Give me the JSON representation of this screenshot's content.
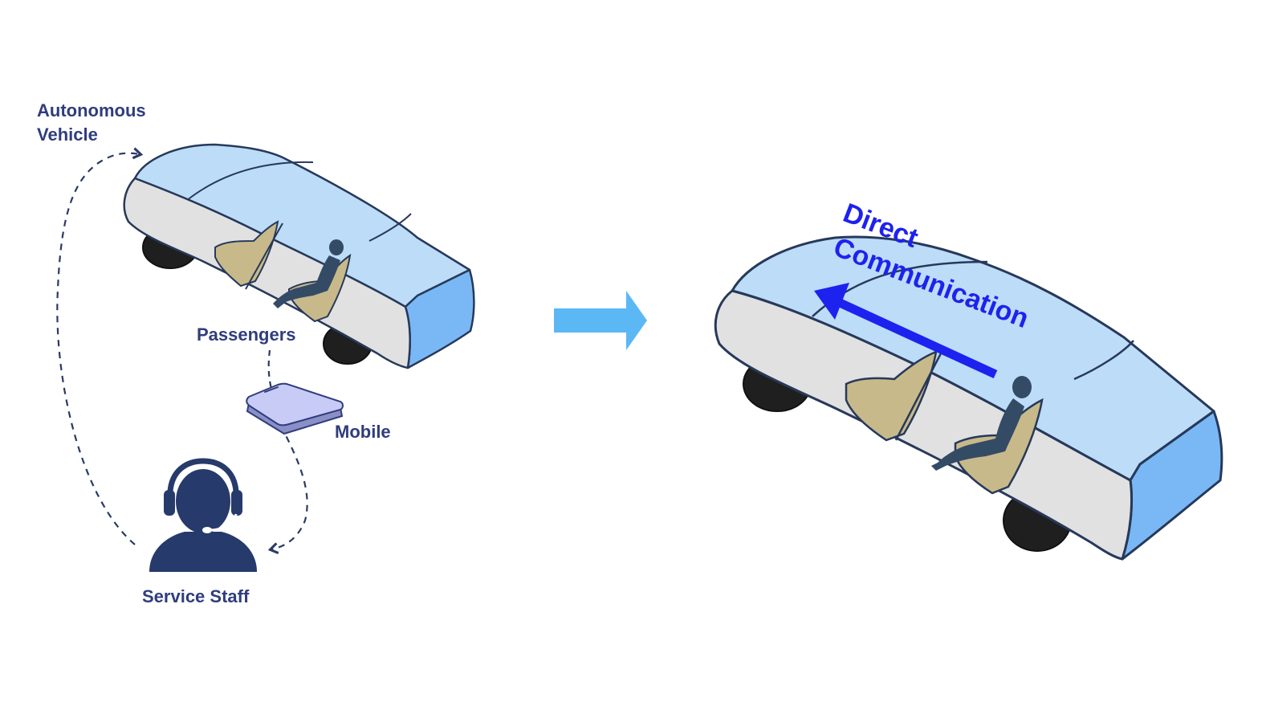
{
  "labels": {
    "autonomous_vehicle_line1": "Autonomous",
    "autonomous_vehicle_line2": "Vehicle",
    "passengers": "Passengers",
    "mobile": "Mobile",
    "service_staff": "Service Staff",
    "direct_line1": "Direct",
    "direct_line2": "Communication"
  },
  "colors": {
    "label_navy": "#2f3d7c",
    "direct_blue": "#1e22ee",
    "transition_arrow": "#5bb8f5",
    "car_roof_light": "#bcdcf8",
    "car_rear": "#7ab8f5",
    "car_body": "#e1e1e1",
    "car_outline": "#27395a",
    "seat": "#c8b98a",
    "passenger": "#344b66",
    "phone": "#c7cbf6",
    "staff": "#263a6b"
  },
  "icons": {
    "left_car": "autonomous-vehicle-icon",
    "right_car": "autonomous-vehicle-icon",
    "phone": "mobile-phone-icon",
    "staff": "headset-agent-icon",
    "transition": "right-arrow-icon"
  }
}
